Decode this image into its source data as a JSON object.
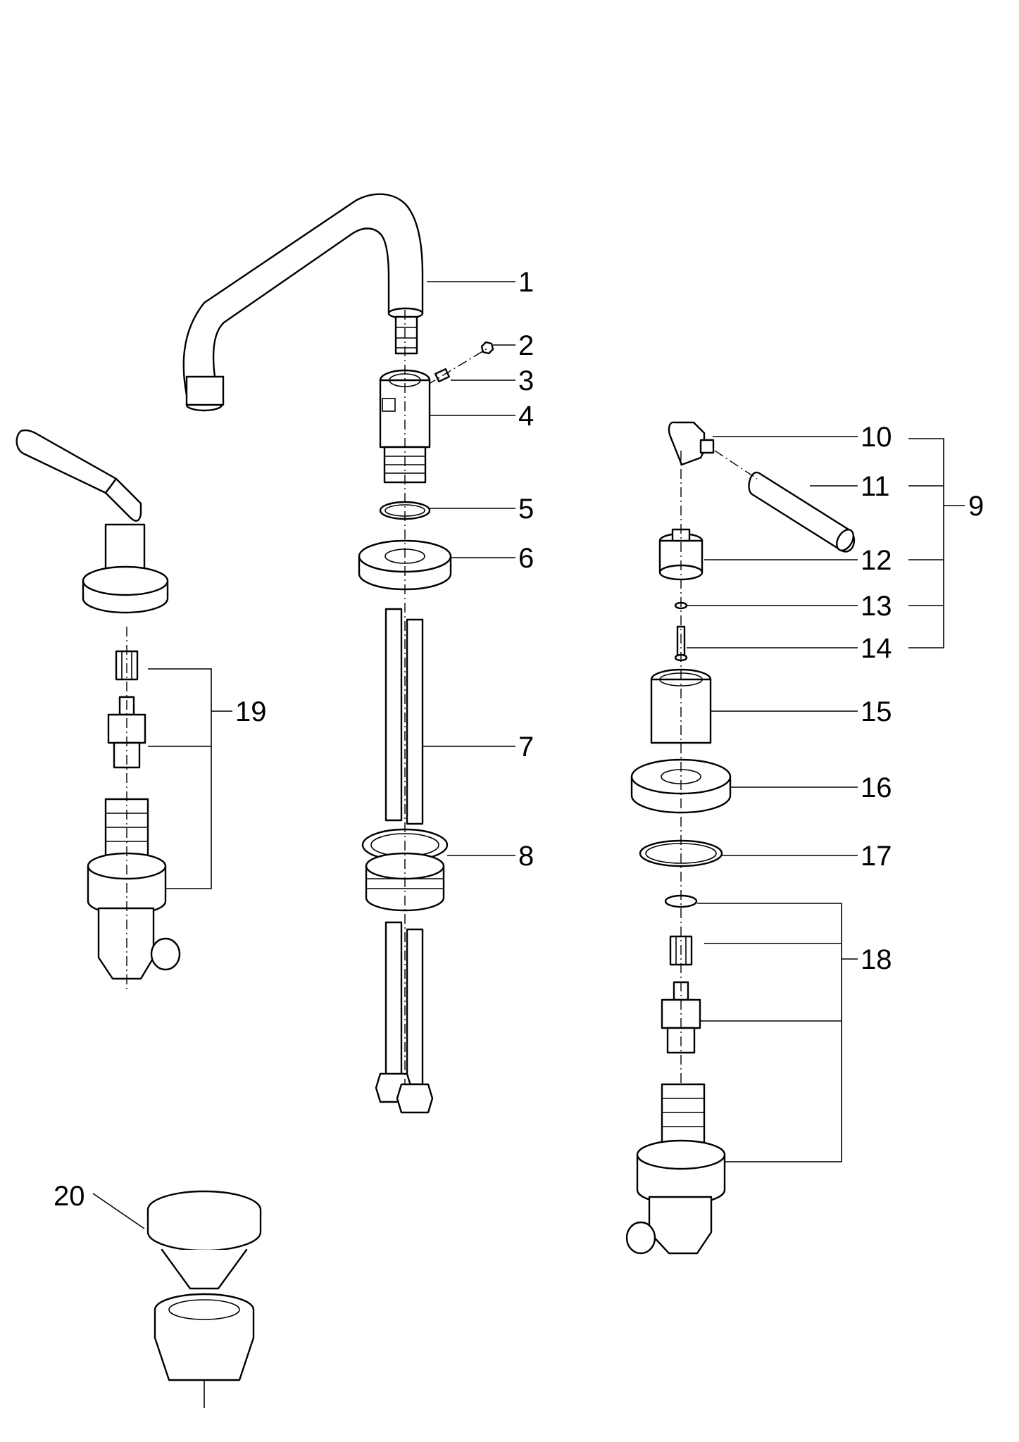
{
  "callouts": {
    "c1": "1",
    "c2": "2",
    "c3": "3",
    "c4": "4",
    "c5": "5",
    "c6": "6",
    "c7": "7",
    "c8": "8",
    "c9": "9",
    "c10": "10",
    "c11": "11",
    "c12": "12",
    "c13": "13",
    "c14": "14",
    "c15": "15",
    "c16": "16",
    "c17": "17",
    "c18": "18",
    "c19": "19",
    "c20": "20"
  },
  "colors": {
    "line": "#000000",
    "background": "#ffffff"
  }
}
